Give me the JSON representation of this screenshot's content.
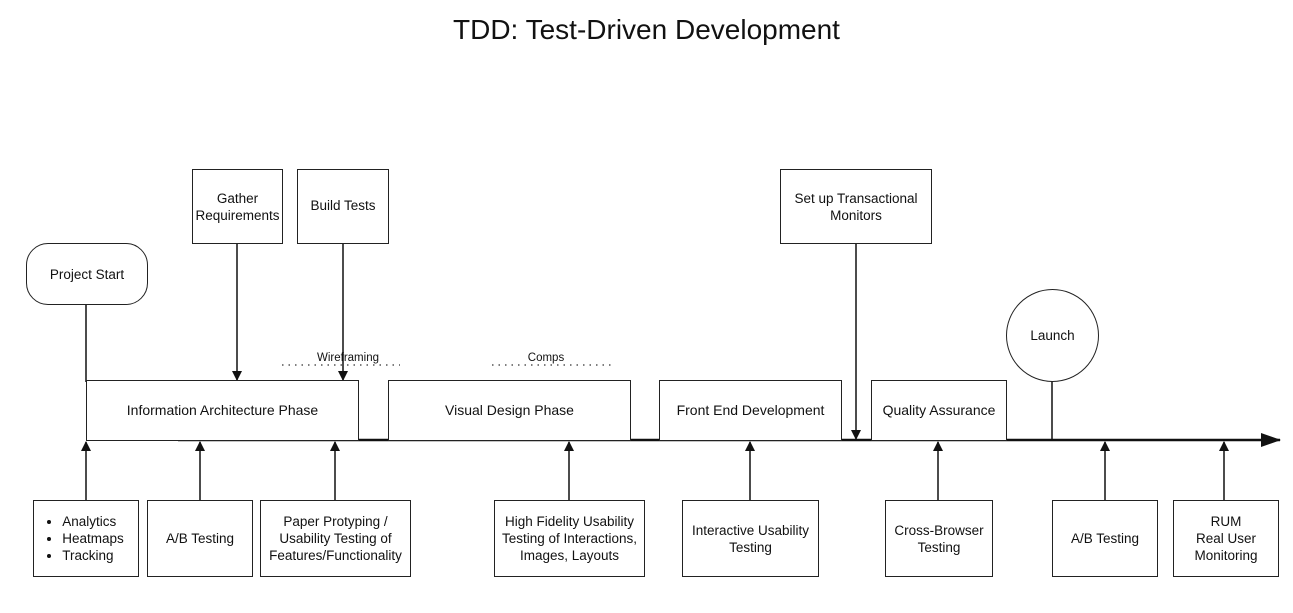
{
  "title": "TDD: Test-Driven Development",
  "start": "Project Start",
  "launch": "Launch",
  "top_boxes": {
    "gather": [
      "Gather",
      "Requirements"
    ],
    "build": "Build Tests",
    "monitors": [
      "Set up Transactional",
      "Monitors"
    ]
  },
  "notes": {
    "wireframing": "Wireframing",
    "comps": "Comps"
  },
  "phases": {
    "ia": "Information Architecture Phase",
    "visual": "Visual Design Phase",
    "frontend": "Front End Development",
    "qa": "Quality Assurance"
  },
  "bottom_boxes": {
    "analytics": [
      "Analytics",
      "Heatmaps",
      "Tracking"
    ],
    "ab1": "A/B Testing",
    "paper": [
      "Paper Protyping /",
      "Usability Testing of",
      "Features/Functionality"
    ],
    "hifi": [
      "High Fidelity Usability",
      "Testing of Interactions,",
      "Images, Layouts"
    ],
    "interactive": [
      "Interactive Usability",
      "Testing"
    ],
    "crossbrowser": [
      "Cross-Browser",
      "Testing"
    ],
    "ab2": "A/B Testing",
    "rum": [
      "RUM",
      "Real User",
      "Monitoring"
    ]
  }
}
